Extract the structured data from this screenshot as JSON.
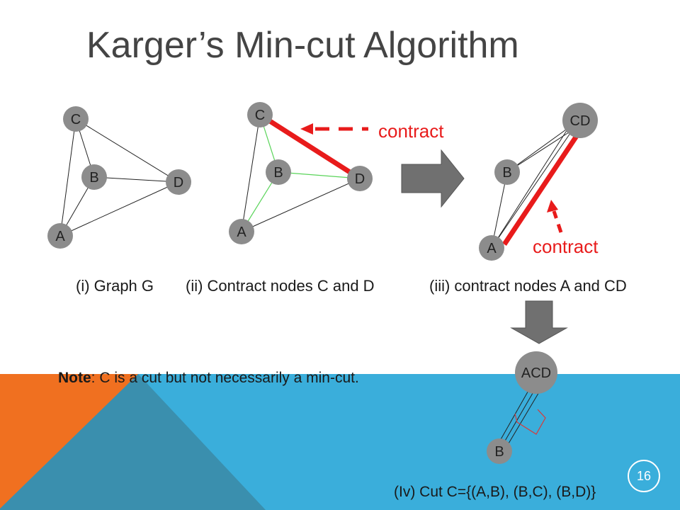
{
  "title": "Karger’s Min-cut Algorithm",
  "graph_i": {
    "caption": "(i) Graph G",
    "nodes": [
      "A",
      "B",
      "C",
      "D"
    ]
  },
  "graph_ii": {
    "caption": "(ii) Contract nodes C and D",
    "nodes": [
      "A",
      "B",
      "C",
      "D"
    ],
    "contract_label": "contract"
  },
  "graph_iii": {
    "caption": "(iii) contract nodes A and CD",
    "nodes": [
      "A",
      "B",
      "CD"
    ],
    "contract_label": "contract"
  },
  "graph_iv": {
    "nodes": [
      "ACD",
      "B"
    ],
    "cut_label": "(Iv) Cut C={(A,B), (B,C), (B,D)}"
  },
  "note": {
    "bold": "Note",
    "text": ": C is a cut but not necessarily a min-cut."
  },
  "page_number": "16",
  "colors": {
    "node_fill": "#8c8c8c",
    "contract_red": "#e81b1b",
    "green_edge": "#5ad45a",
    "arrow_fill": "#707070",
    "orange_bg": "#f07020",
    "blue_bg": "#3aaedb",
    "title_gray": "#444444"
  }
}
